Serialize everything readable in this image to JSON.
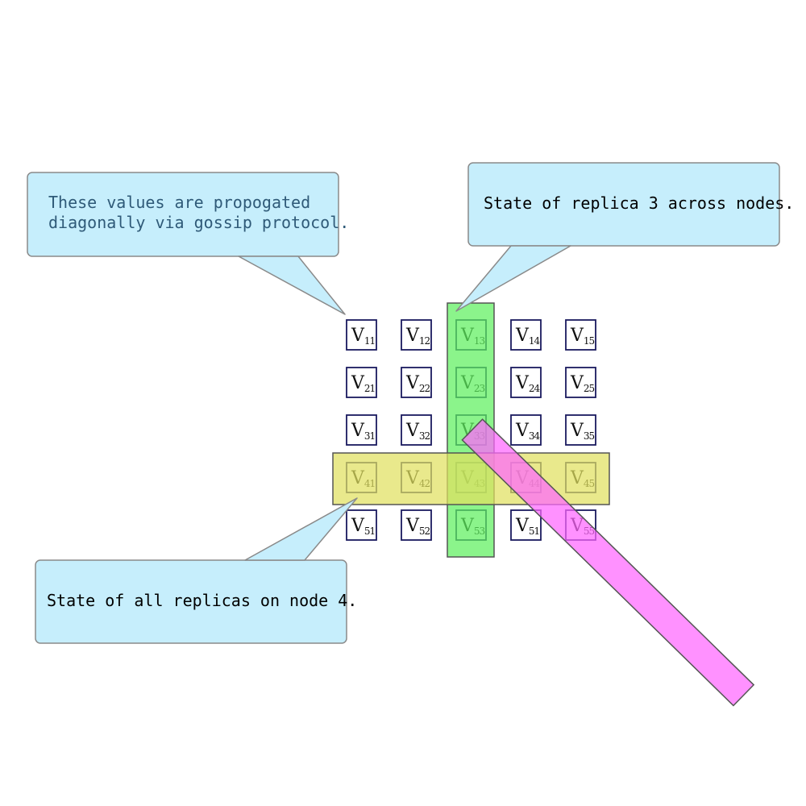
{
  "callouts": {
    "diagonal": {
      "lines": [
        "These values are propogated",
        "diagonally via gossip protocol."
      ],
      "color": "#2f5a78"
    },
    "column": {
      "lines": [
        "State of replica 3 across nodes."
      ],
      "color": "#000000"
    },
    "row": {
      "lines": [
        "State of all replicas on node 4."
      ],
      "color": "#000000"
    }
  },
  "matrix": {
    "rows": [
      [
        {
          "sym": "V",
          "sub": "11"
        },
        {
          "sym": "V",
          "sub": "12"
        },
        {
          "sym": "V",
          "sub": "13"
        },
        {
          "sym": "V",
          "sub": "14"
        },
        {
          "sym": "V",
          "sub": "15"
        }
      ],
      [
        {
          "sym": "V",
          "sub": "21"
        },
        {
          "sym": "V",
          "sub": "22"
        },
        {
          "sym": "V",
          "sub": "23"
        },
        {
          "sym": "V",
          "sub": "24"
        },
        {
          "sym": "V",
          "sub": "25"
        }
      ],
      [
        {
          "sym": "V",
          "sub": "31"
        },
        {
          "sym": "V",
          "sub": "32"
        },
        {
          "sym": "V",
          "sub": "33"
        },
        {
          "sym": "V",
          "sub": "34"
        },
        {
          "sym": "V",
          "sub": "35"
        }
      ],
      [
        {
          "sym": "V",
          "sub": "41"
        },
        {
          "sym": "V",
          "sub": "42"
        },
        {
          "sym": "V",
          "sub": "43"
        },
        {
          "sym": "V",
          "sub": "44"
        },
        {
          "sym": "V",
          "sub": "45"
        }
      ],
      [
        {
          "sym": "V",
          "sub": "51"
        },
        {
          "sym": "V",
          "sub": "52"
        },
        {
          "sym": "V",
          "sub": "53"
        },
        {
          "sym": "V",
          "sub": "51"
        },
        {
          "sym": "V",
          "sub": "55"
        }
      ]
    ],
    "highlight_row": 4,
    "highlight_column": 3
  },
  "colors": {
    "callout_fill": "#c6eefc",
    "callout_stroke": "#8a8a8a",
    "cell_border": "#1a1a5e",
    "diagonal_band": "#ff66ff",
    "column_band": "#5ef05e",
    "row_band": "#e0e060"
  }
}
